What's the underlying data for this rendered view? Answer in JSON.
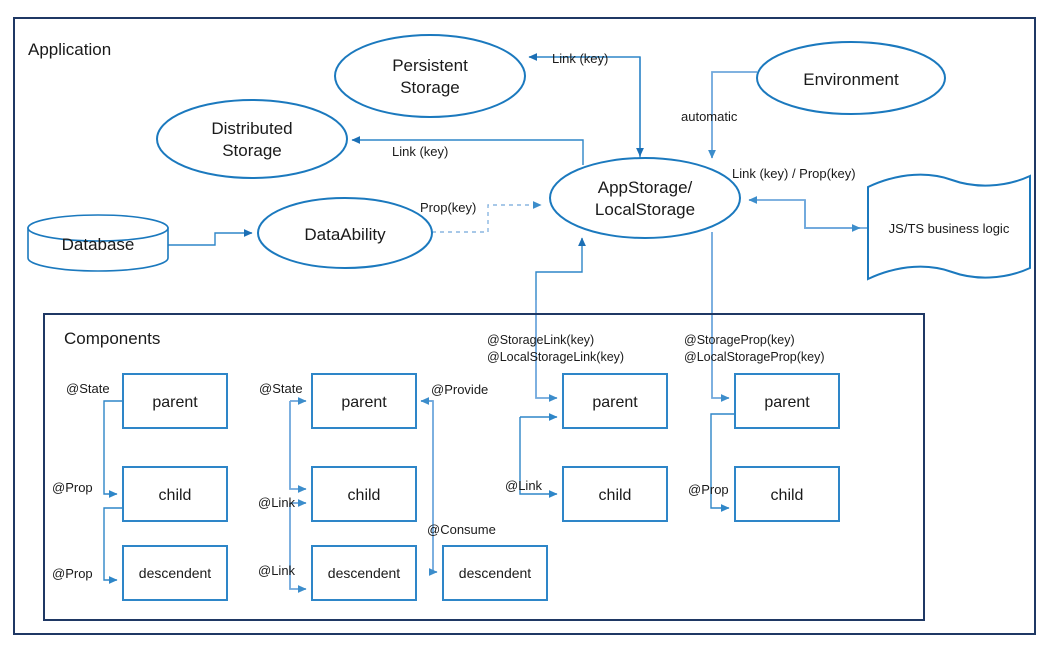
{
  "diagram": {
    "title_panel": "Application",
    "subpanel_title": "Components",
    "colors": {
      "panel_border": "#1F3864",
      "node_stroke": "#1B79BE",
      "box_stroke": "#2E86C8",
      "connector": "#2E86C8",
      "connector_light": "#6FA8DC",
      "dashed": "#8AB6E0",
      "background": "#FFFFFF",
      "text": "#1A1A1A"
    },
    "nodes": {
      "persistent_storage": {
        "line1": "Persistent",
        "line2": "Storage"
      },
      "distributed_storage": {
        "line1": "Distributed",
        "line2": "Storage"
      },
      "environment": {
        "label": "Environment"
      },
      "app_storage": {
        "line1": "AppStorage/",
        "line2": "LocalStorage"
      },
      "data_ability": {
        "label": "DataAbility"
      },
      "database": {
        "label": "Database"
      },
      "business_logic": {
        "label": "JS/TS business logic"
      }
    },
    "edge_labels": {
      "link_key_persistent": "Link (key)",
      "link_key_distributed": "Link (key)",
      "automatic": "automatic",
      "link_prop_key": "Link (key) / Prop(key)",
      "prop_key": "Prop(key)"
    },
    "groups": [
      {
        "id": "group-state-prop",
        "boxes": [
          {
            "label": "parent",
            "size": "lg"
          },
          {
            "label": "child",
            "size": "lg"
          },
          {
            "label": "descendent",
            "size": "sm"
          }
        ],
        "labels": [
          "@State",
          "@Prop",
          "@Prop"
        ]
      },
      {
        "id": "group-state-link-provide-consume",
        "boxes": [
          {
            "label": "parent",
            "size": "lg"
          },
          {
            "label": "child",
            "size": "lg"
          },
          {
            "label": "descendent",
            "size": "sm"
          },
          {
            "label": "descendent",
            "size": "sm"
          }
        ],
        "labels": [
          "@State",
          "@Link",
          "@Link",
          "@Provide",
          "@Consume"
        ]
      },
      {
        "id": "group-storage-link",
        "header_line1": "@StorageLink(key)",
        "header_line2": "@LocalStorageLink(key)",
        "boxes": [
          {
            "label": "parent",
            "size": "lg"
          },
          {
            "label": "child",
            "size": "lg"
          }
        ],
        "labels": [
          "@Link"
        ]
      },
      {
        "id": "group-storage-prop",
        "header_line1": "@StorageProp(key)",
        "header_line2": "@LocalStorageProp(key)",
        "boxes": [
          {
            "label": "parent",
            "size": "lg"
          },
          {
            "label": "child",
            "size": "lg"
          }
        ],
        "labels": [
          "@Prop"
        ]
      }
    ]
  }
}
